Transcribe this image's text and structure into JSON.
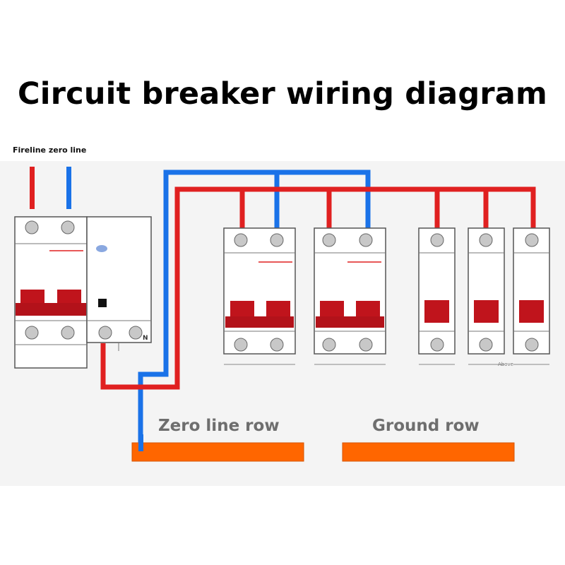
{
  "title": "Circuit breaker wiring diagram",
  "top_note": "Fireline zero line",
  "labels": {
    "zero_line_row": "Zero line row",
    "ground_row": "Ground row",
    "n_marker": "N",
    "above_marker": "Above"
  },
  "colors": {
    "background_panel": "#f4f4f4",
    "fire_line": "#e02020",
    "zero_line": "#1a72e8",
    "breaker_handle": "#c0141c",
    "busbar": "#ff6600",
    "breaker_body": "#ffffff",
    "terminal": "#c8c8c8",
    "outline": "#555555"
  }
}
